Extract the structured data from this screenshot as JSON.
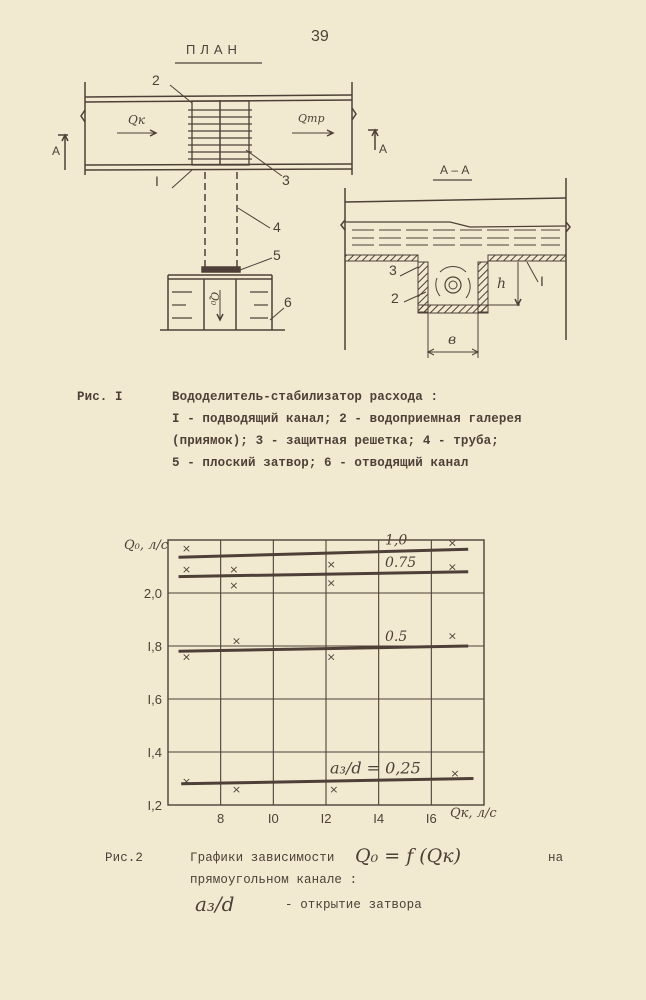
{
  "page_number": "39",
  "figure1": {
    "plan_title": "ПЛАН",
    "section_title": "А – А",
    "labels": {
      "inflow": "Qк",
      "transit_flow": "Qтр",
      "outflow": "Q₀",
      "section_mark_left": "A",
      "section_mark_right": "A",
      "n1": "I",
      "n2": "2",
      "n3": "3",
      "n4": "4",
      "n5": "5",
      "n6": "6",
      "sec_n1": "I",
      "sec_n2": "2",
      "sec_n3": "3",
      "height": "h",
      "width": "в"
    },
    "caption": {
      "number": "Рис. I",
      "line1": "Вододелитель-стабилизатор расхода :",
      "line2": "I - подводящий канал; 2 - водоприемная галерея",
      "line3": "(приямок); 3 - защитная решетка; 4 - труба;",
      "line4": "5 - плоский затвор; 6 - отводящий канал"
    }
  },
  "chart_data": {
    "type": "line",
    "ylabel": "Q₀, л/с",
    "xlabel": "Qк, л/с",
    "xlim": [
      6,
      18
    ],
    "ylim": [
      1.2,
      2.2
    ],
    "grid": true,
    "x_ticks": [
      8,
      10,
      12,
      14,
      16
    ],
    "x_tick_labels": [
      "8",
      "I0",
      "I2",
      "I4",
      "I6"
    ],
    "y_ticks": [
      2.0,
      1.8,
      1.6,
      1.4,
      1.2
    ],
    "y_tick_labels": [
      "2,0",
      "I,8",
      "I,6",
      "I,4",
      "I,2"
    ],
    "series": [
      {
        "name": "1,0",
        "line": [
          [
            6.4,
            2.135
          ],
          [
            17.4,
            2.165
          ]
        ],
        "points": [
          [
            6.7,
            2.17
          ],
          [
            16.8,
            2.19
          ]
        ]
      },
      {
        "name": "0.75",
        "line": [
          [
            6.4,
            2.062
          ],
          [
            17.4,
            2.08
          ]
        ],
        "points": [
          [
            6.7,
            2.09
          ],
          [
            8.5,
            2.09
          ],
          [
            12.2,
            2.11
          ],
          [
            16.8,
            2.1
          ],
          [
            8.5,
            2.03
          ],
          [
            12.2,
            2.04
          ]
        ]
      },
      {
        "name": "0.5",
        "line": [
          [
            6.4,
            1.78
          ],
          [
            17.4,
            1.8
          ]
        ],
        "points": [
          [
            6.7,
            1.76
          ],
          [
            8.6,
            1.82
          ],
          [
            12.2,
            1.76
          ],
          [
            16.8,
            1.84
          ]
        ]
      },
      {
        "name": "a₃/d = 0,25",
        "line": [
          [
            6.5,
            1.28
          ],
          [
            17.6,
            1.3
          ]
        ],
        "points": [
          [
            6.7,
            1.29
          ],
          [
            8.6,
            1.26
          ],
          [
            12.3,
            1.26
          ],
          [
            16.9,
            1.32
          ]
        ]
      }
    ],
    "point_marker": "×"
  },
  "figure2_caption": {
    "number": "Рис.2",
    "line1_text": "Графики зависимости",
    "formula": "Q₀ = f (Qк)",
    "line1_end": "на",
    "line2": "прямоугольном канале :",
    "symbol": "a₃/d",
    "line3": "- открытие затвора"
  },
  "colors": {
    "paper": "#f2ead0",
    "ink": "#4e4038"
  }
}
